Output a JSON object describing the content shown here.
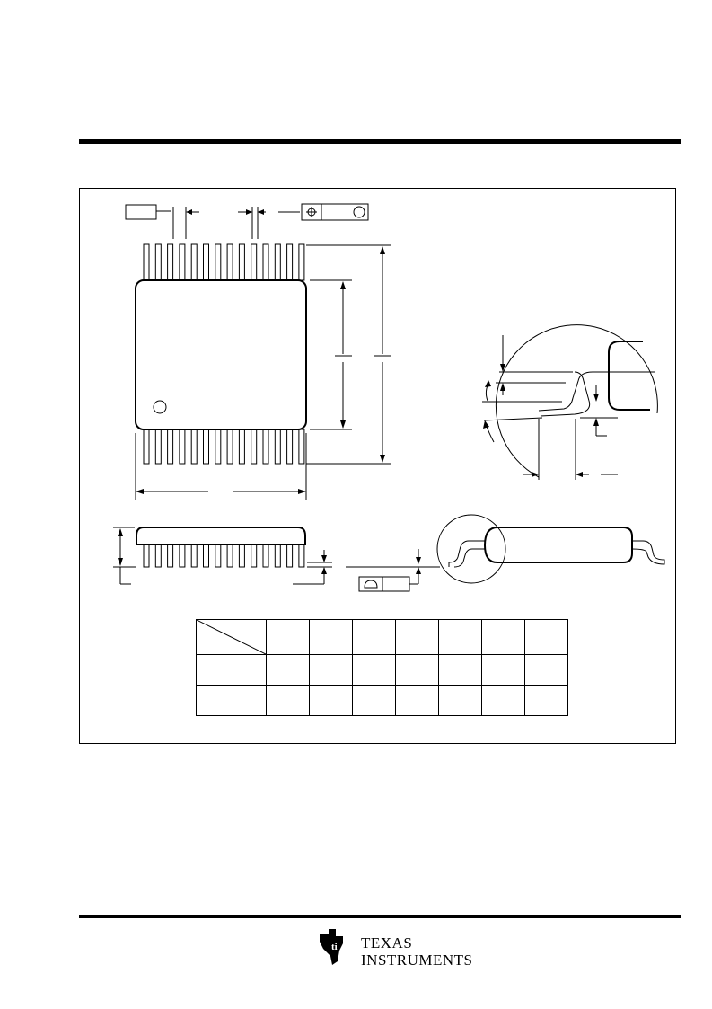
{
  "page": {
    "background": "#ffffff",
    "ink": "#000000"
  },
  "feature_control_frame": {
    "symbol_icon": "position-crosshair-icon",
    "modifier_icon": "circle-modifier-icon"
  },
  "flatness_frame": {
    "symbol_icon": "profile-of-surface-icon"
  },
  "dimension_table": {
    "columns": 7,
    "rows": 2,
    "header_cells": [
      "",
      "",
      "",
      "",
      "",
      "",
      ""
    ],
    "row_1": [
      "",
      "",
      "",
      "",
      "",
      "",
      "",
      ""
    ],
    "row_2": [
      "",
      "",
      "",
      "",
      "",
      "",
      "",
      ""
    ]
  },
  "logo": {
    "icon": "texas-instruments-logo-icon",
    "line1": "TEXAS",
    "line2": "INSTRUMENTS"
  }
}
